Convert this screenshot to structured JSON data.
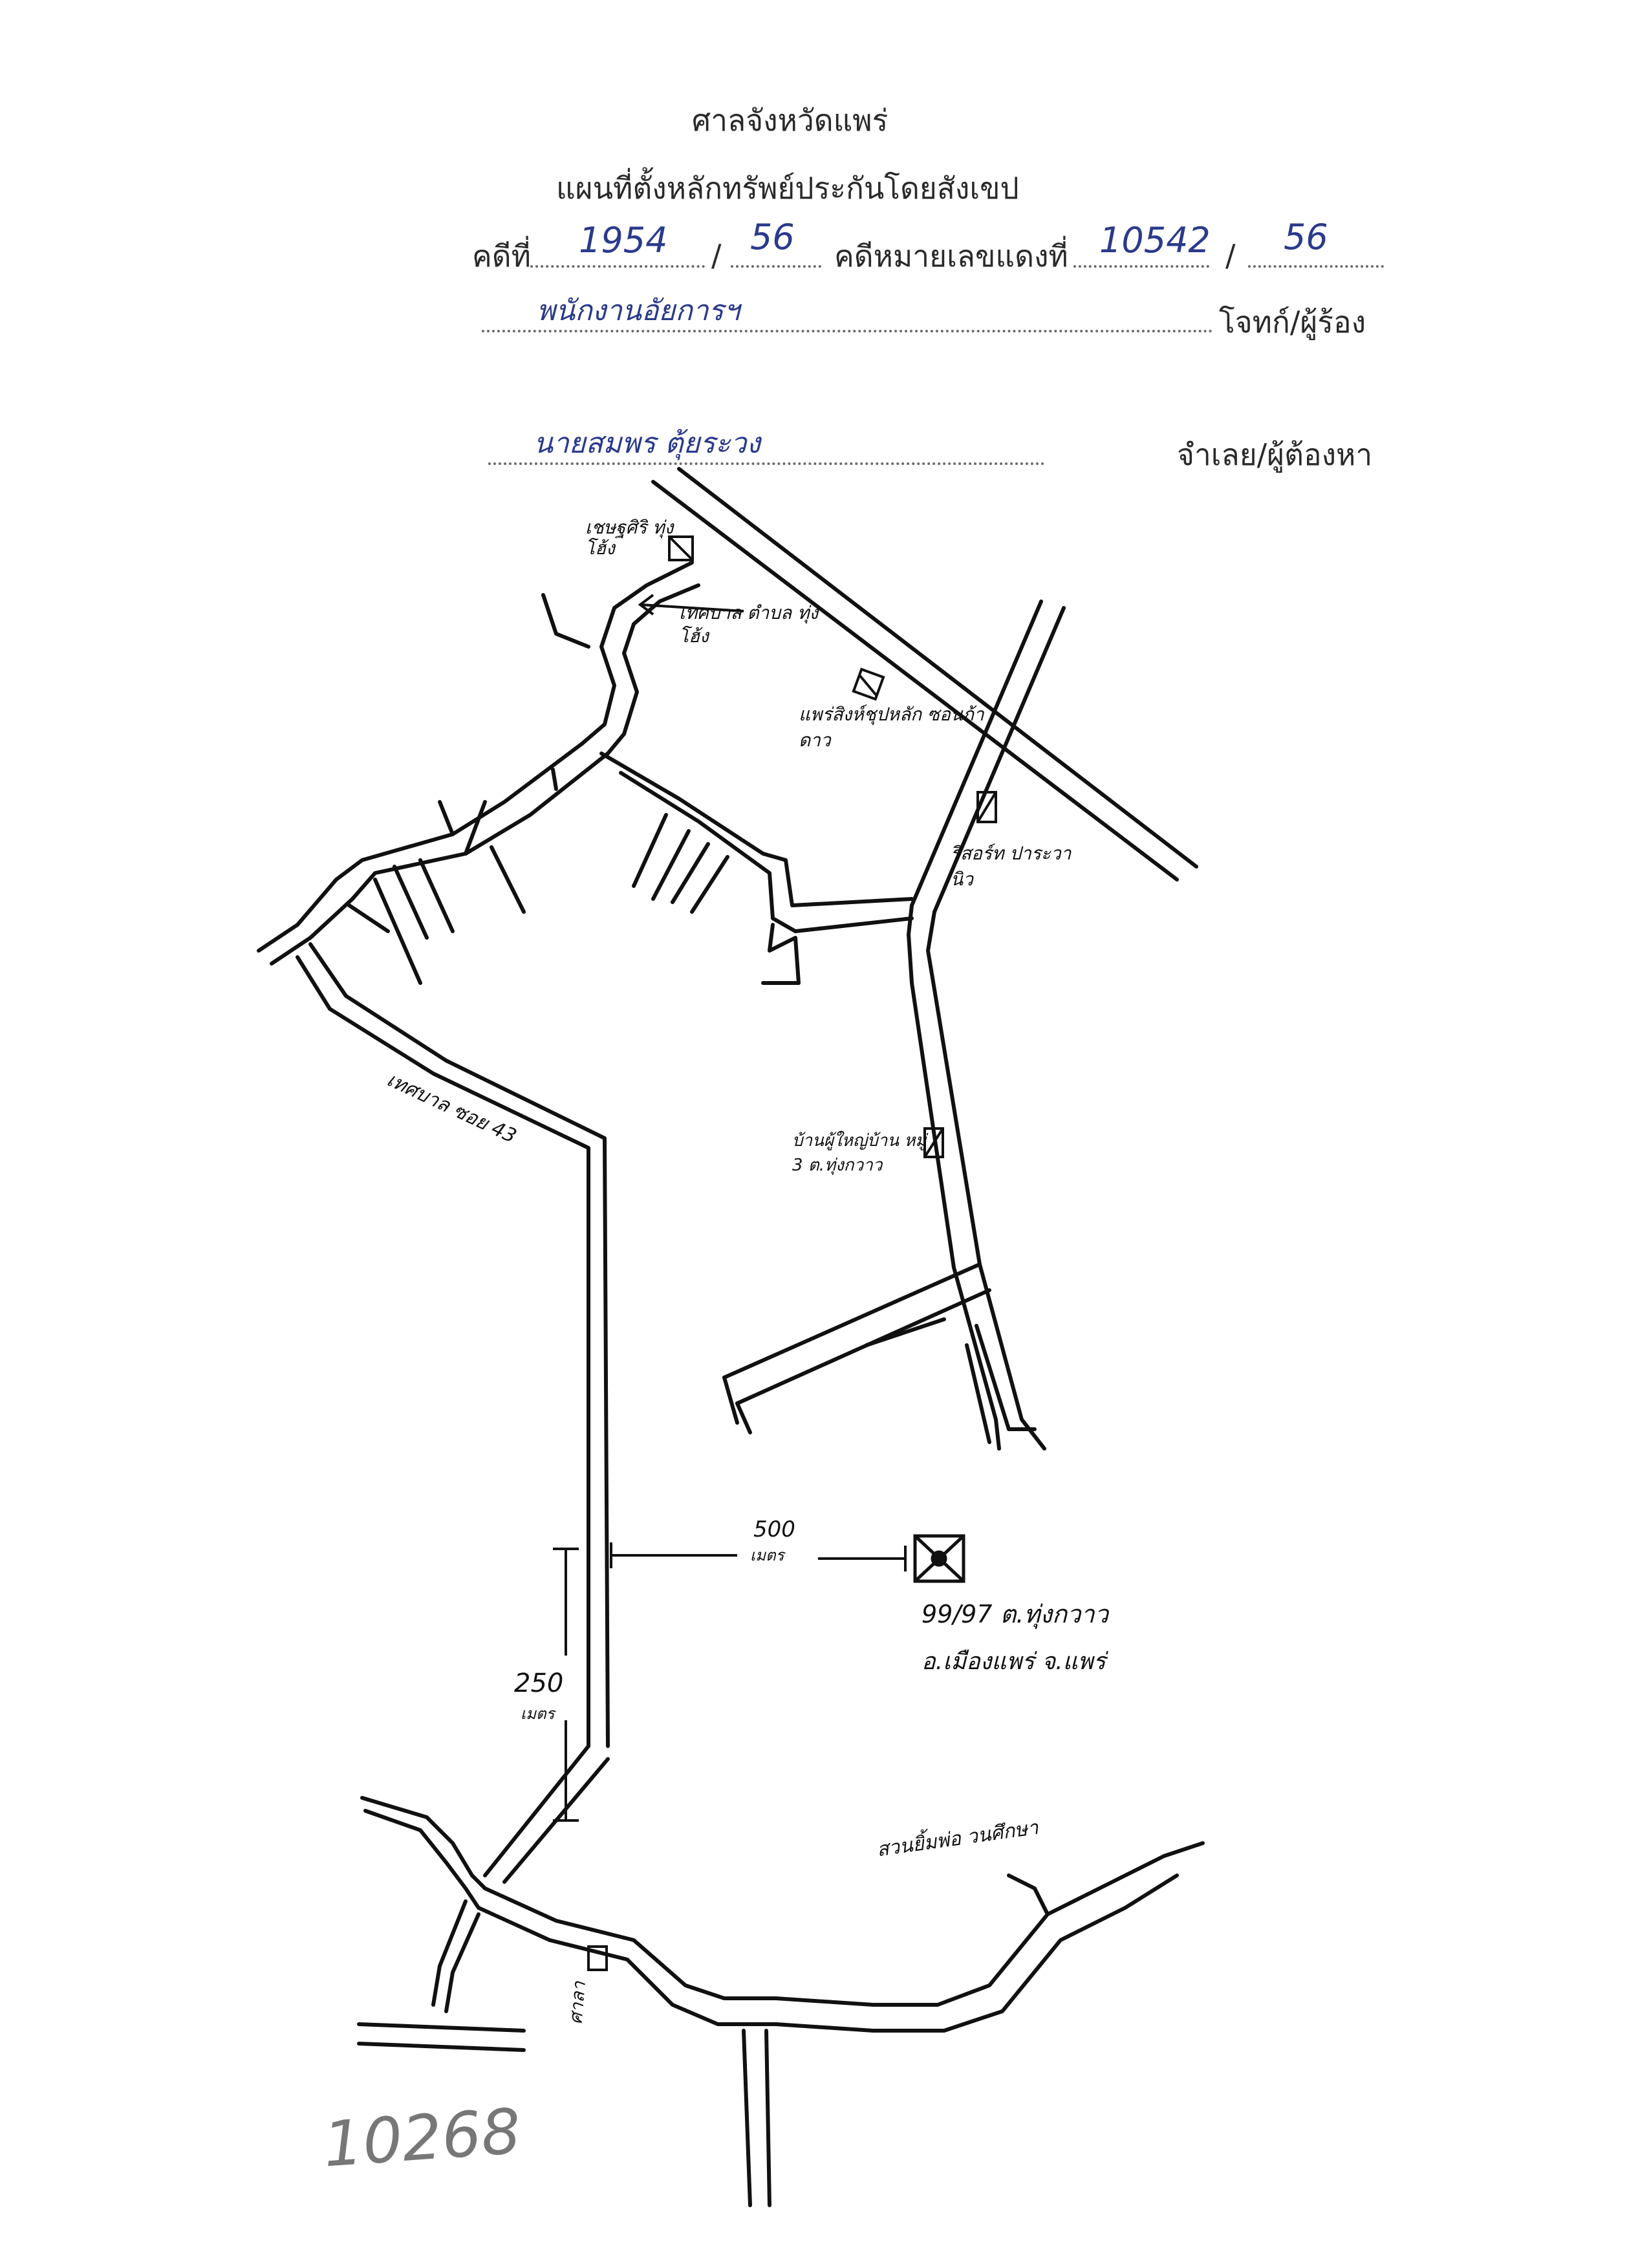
{
  "header": {
    "court": "ศาลจังหวัดแพร่",
    "title": "แผนที่ตั้งหลักทรัพย์ประกันโดยสังเขป",
    "case_label": "คดีที่",
    "case_no": "1954",
    "case_year": "56",
    "red_case_label": "คดีหมายเลขแดงที่",
    "red_case_no": "10542",
    "red_case_year": "56",
    "slash": "/"
  },
  "parties": {
    "plaintiff_name": "พนักงานอัยการฯ",
    "plaintiff_role": "โจทก์/ผู้ร้อง",
    "defendant_name": "นายสมพร ตุ้ยระวง",
    "defendant_role": "จำเลย/ผู้ต้องหา"
  },
  "map_labels": {
    "school": "เชษฐศิริ ทุ่งโฮ้ง",
    "municipality": "เทศบาล ตำบล ทุ่งโฮ้ง",
    "landmark_store": "แพร่สิงห์ชุปหลัก ซอนก้าดาว",
    "resort": "รีสอร์ท ปาระวานิว",
    "village_head": "บ้านผู้ใหญ่บ้าน หมู่ 3 ต.ทุ่งกวาว",
    "road": "เทศบาล ซอย 43",
    "distance_horizontal": "500",
    "distance_horizontal_unit": "เมตร",
    "distance_vertical": "250",
    "distance_vertical_unit": "เมตร",
    "plot_address_line1": "99/97 ต.ทุ่งกวาว",
    "plot_address_line2": "อ.เมืองแพร่ จ.แพร่",
    "garden": "สวนยิ้มพ่อ วนศึกษา",
    "temple": "ศาลา"
  },
  "footer": {
    "page_number": "10268"
  },
  "colors": {
    "ink": "#111111",
    "pen_blue": "#2a3a8c",
    "pencil": "#777777"
  }
}
